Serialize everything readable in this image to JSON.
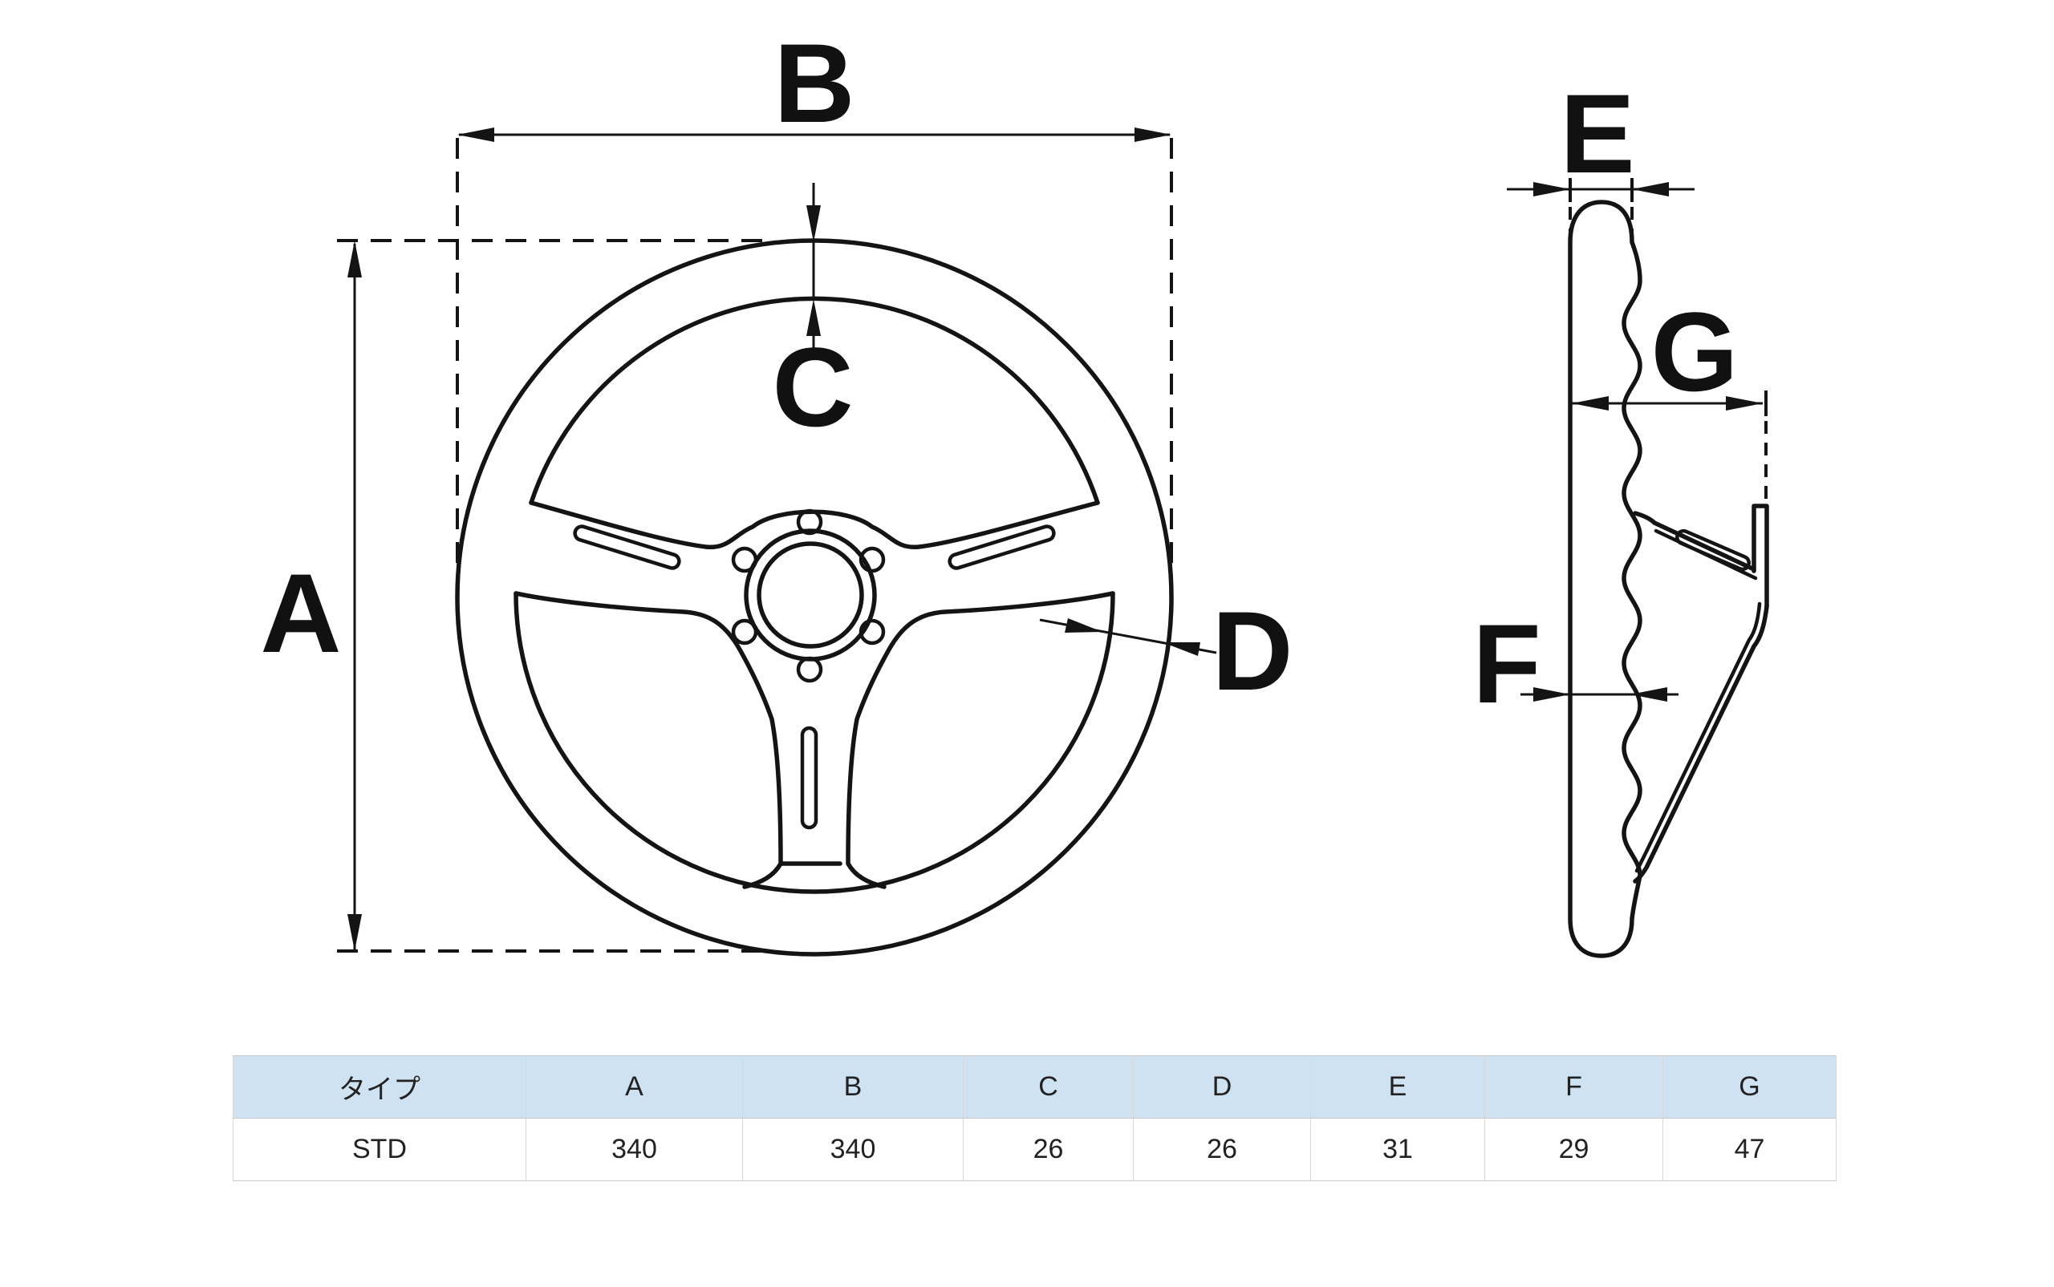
{
  "drawing": {
    "title": "steering-wheel-dimension-diagram",
    "labels": {
      "a": "A",
      "b": "B",
      "c": "C",
      "d": "D",
      "e": "E",
      "f": "F",
      "g": "G"
    }
  },
  "table": {
    "headers": [
      "タイプ",
      "A",
      "B",
      "C",
      "D",
      "E",
      "F",
      "G"
    ],
    "rows": [
      [
        "STD",
        "340",
        "340",
        "26",
        "26",
        "31",
        "29",
        "47"
      ]
    ]
  },
  "colors": {
    "header_bg": "#cfe2f1",
    "line": "#141414",
    "border": "#c9c9c9",
    "background": "#ffffff"
  }
}
